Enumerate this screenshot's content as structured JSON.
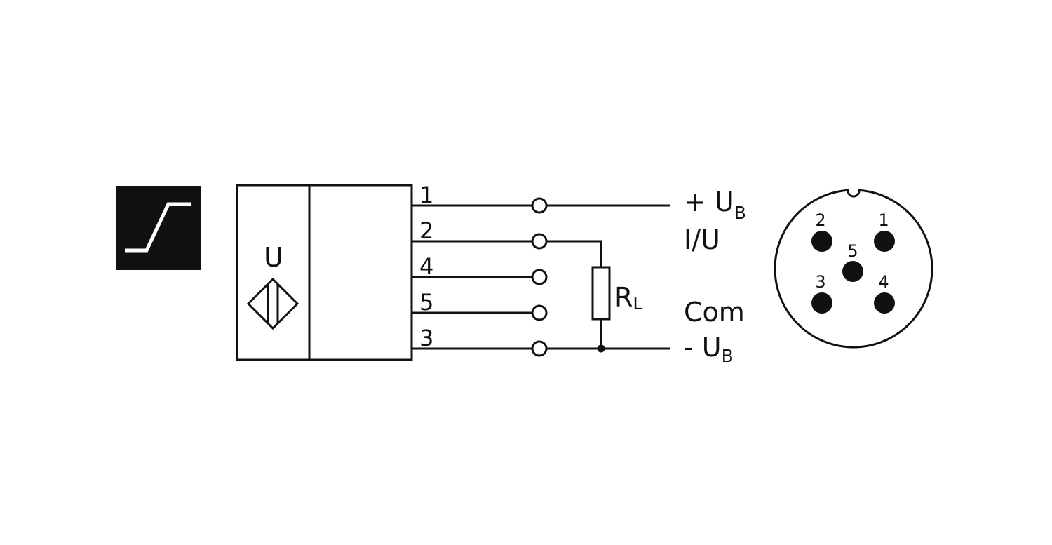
{
  "sensor": {
    "body_label": "U",
    "output_icon": "analog-ramp-icon",
    "sensor_symbol": "ultrasonic-transducer-icon"
  },
  "wires": [
    {
      "pin": "1",
      "label_main": "+ U",
      "label_sub": "B"
    },
    {
      "pin": "2",
      "label_main": "I/U",
      "label_sub": ""
    },
    {
      "pin": "4",
      "label_main": "",
      "label_sub": ""
    },
    {
      "pin": "5",
      "label_main": "Com",
      "label_sub": ""
    },
    {
      "pin": "3",
      "label_main": "- U",
      "label_sub": "B"
    }
  ],
  "load": {
    "label_main": "R",
    "label_sub": "L"
  },
  "connector": {
    "pins": [
      "1",
      "2",
      "3",
      "4",
      "5"
    ]
  },
  "colors": {
    "ink": "#111111",
    "background": "#ffffff"
  }
}
